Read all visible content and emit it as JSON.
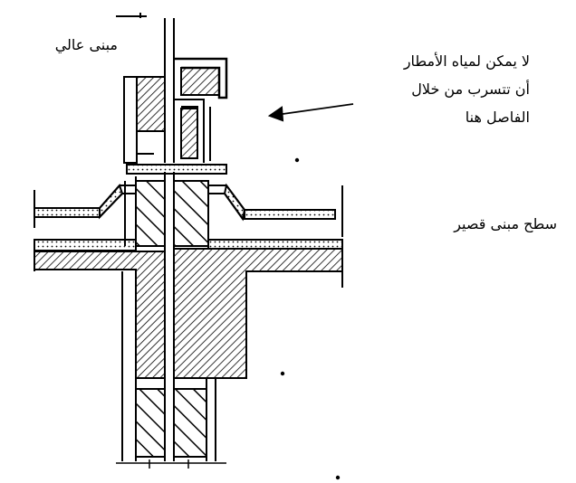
{
  "labels": {
    "high_building": "مبنى عالي",
    "low_roof": "سطح مبنى قصير",
    "note_lines": [
      "لا يمكن لمياه الأمطار",
      "أن تتسرب من خلال",
      "الفاصل هنا"
    ]
  },
  "colors": {
    "ink": "#000000",
    "paper": "#ffffff"
  }
}
